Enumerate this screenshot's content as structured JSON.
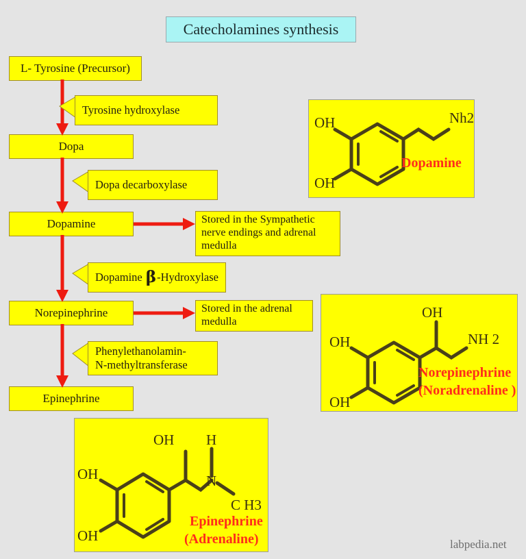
{
  "title": "Catecholamines synthesis",
  "watermark": "labpedia.net",
  "colors": {
    "background": "#e4e4e4",
    "box_fill": "#ffff00",
    "box_border": "#a08d28",
    "title_fill": "#aaf4f4",
    "arrow_red": "#ee1b11",
    "bond_dark": "#4a4019",
    "label_red": "#ff2d1a",
    "atom_text": "#3a3010"
  },
  "pathway": {
    "steps": [
      {
        "label": "L- Tyrosine (Precursor)"
      },
      {
        "label": "Dopa"
      },
      {
        "label": "Dopamine"
      },
      {
        "label": "Norepinephrine"
      },
      {
        "label": "Epinephrine"
      }
    ]
  },
  "enzymes": [
    {
      "label": "Tyrosine hydroxylase"
    },
    {
      "label": "Dopa decarboxylase"
    },
    {
      "label_before": "Dopamine ",
      "symbol": "β",
      "label_after": "-Hydroxylase"
    },
    {
      "line1": "Phenylethanolamin-",
      "line2": "N-methyltransferase"
    }
  ],
  "storage_notes": [
    {
      "text": "Stored in the Sympathetic nerve endings and adrenal medulla"
    },
    {
      "text": "Stored in the adrenal medulla"
    }
  ],
  "structures": {
    "dopamine": {
      "name": "Dopamine",
      "atoms": {
        "oh_top": "OH",
        "oh_bottom": "OH",
        "amine": "Nh2"
      }
    },
    "norepinephrine": {
      "name_line1": "Norepinephrine",
      "name_line2": "(Noradrenaline )",
      "atoms": {
        "oh_top": "OH",
        "oh_ring_top": "OH",
        "oh_ring_bottom": "OH",
        "amine": "NH 2"
      }
    },
    "epinephrine": {
      "name_line1": "Epinephrine",
      "name_line2": "(Adrenaline)",
      "atoms": {
        "oh_chain": "OH",
        "h": "H",
        "n": "N",
        "methyl": "C H3",
        "oh_ring_top": "OH",
        "oh_ring_bottom": "OH"
      }
    }
  }
}
